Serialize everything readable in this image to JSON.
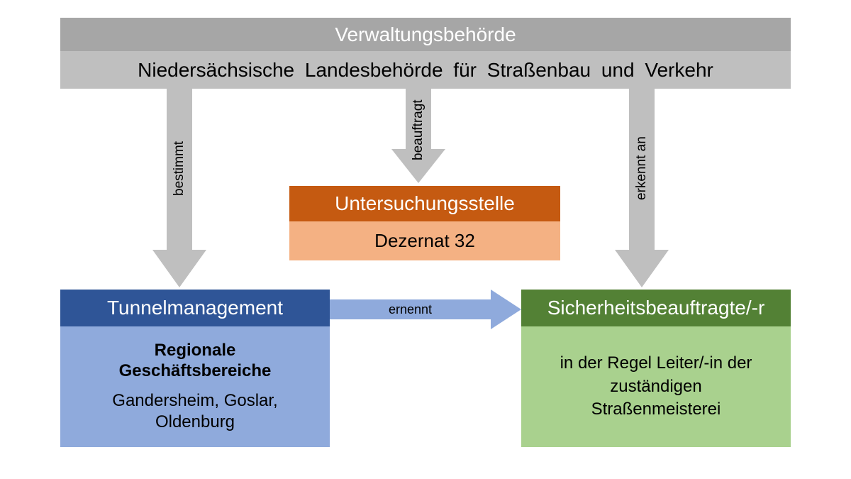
{
  "header": {
    "title": "Verwaltungsbehörde",
    "subtitle": "Niedersächsische Landesbehörde für Straßenbau und Verkehr"
  },
  "arrows": {
    "bestimmt": "bestimmt",
    "beauftragt": "beauftragt",
    "erkennt_an": "erkennt an",
    "ernennt": "ernennt"
  },
  "boxes": {
    "untersuchungsstelle": {
      "title": "Untersuchungsstelle",
      "body": "Dezernat 32"
    },
    "tunnelmanagement": {
      "title": "Tunnelmanagement",
      "subtitle_bold": "Regionale\nGeschäftsbereiche",
      "body": "Gandersheim, Goslar,\nOldenburg"
    },
    "sicherheitsbeauftragte": {
      "title": "Sicherheitsbeauftragte/-r",
      "body": "in der Regel Leiter/-in der\nzuständigen\nStraßenmeisterei"
    }
  },
  "colors": {
    "bar_dark_gray": "#a6a6a6",
    "bar_light_gray": "#bfbfbf",
    "arrow_gray": "#bfbfbf",
    "orange_dark": "#c55a11",
    "orange_light": "#f4b183",
    "blue_dark": "#2f5597",
    "blue_light": "#8faadc",
    "green_dark": "#538135",
    "green_light": "#a9d18e"
  }
}
